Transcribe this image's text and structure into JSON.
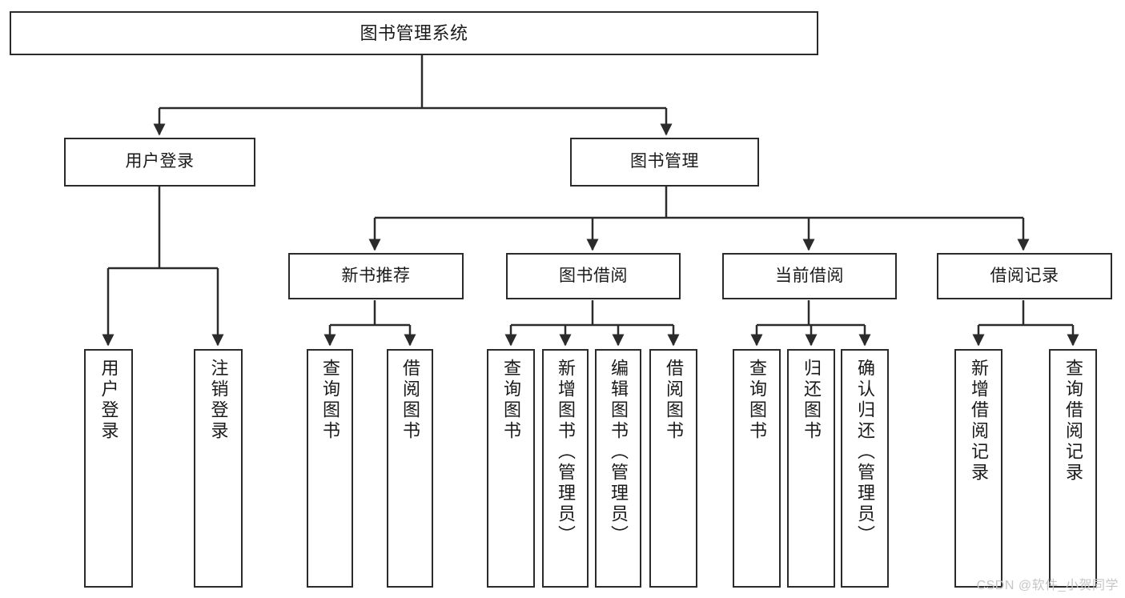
{
  "diagram": {
    "title": "图书管理系统",
    "watermark": "CSDN @软件_小贺同学",
    "colors": {
      "stroke": "#2b2b2b",
      "fill": "#ffffff",
      "text": "#1a1a1a",
      "watermark": "#c6c6c6"
    },
    "nodes": {
      "root": {
        "label": "图书管理系统"
      },
      "level1": [
        {
          "label": "用户登录"
        },
        {
          "label": "图书管理"
        }
      ],
      "level2": [
        {
          "label": "新书推荐"
        },
        {
          "label": "图书借阅"
        },
        {
          "label": "当前借阅"
        },
        {
          "label": "借阅记录"
        }
      ],
      "leaves": {
        "user_login": [
          {
            "label": "用户登录"
          },
          {
            "label": "注销登录"
          }
        ],
        "new_book_recommend": [
          {
            "label": "查询图书"
          },
          {
            "label": "借阅图书"
          }
        ],
        "book_borrow": [
          {
            "label": "查询图书"
          },
          {
            "label": "新增图书（管理员）"
          },
          {
            "label": "编辑图书（管理员）"
          },
          {
            "label": "借阅图书"
          }
        ],
        "current_borrow": [
          {
            "label": "查询图书"
          },
          {
            "label": "归还图书"
          },
          {
            "label": "确认归还（管理员）"
          }
        ],
        "borrow_record": [
          {
            "label": "新增借阅记录"
          },
          {
            "label": "查询借阅记录"
          }
        ]
      }
    }
  }
}
